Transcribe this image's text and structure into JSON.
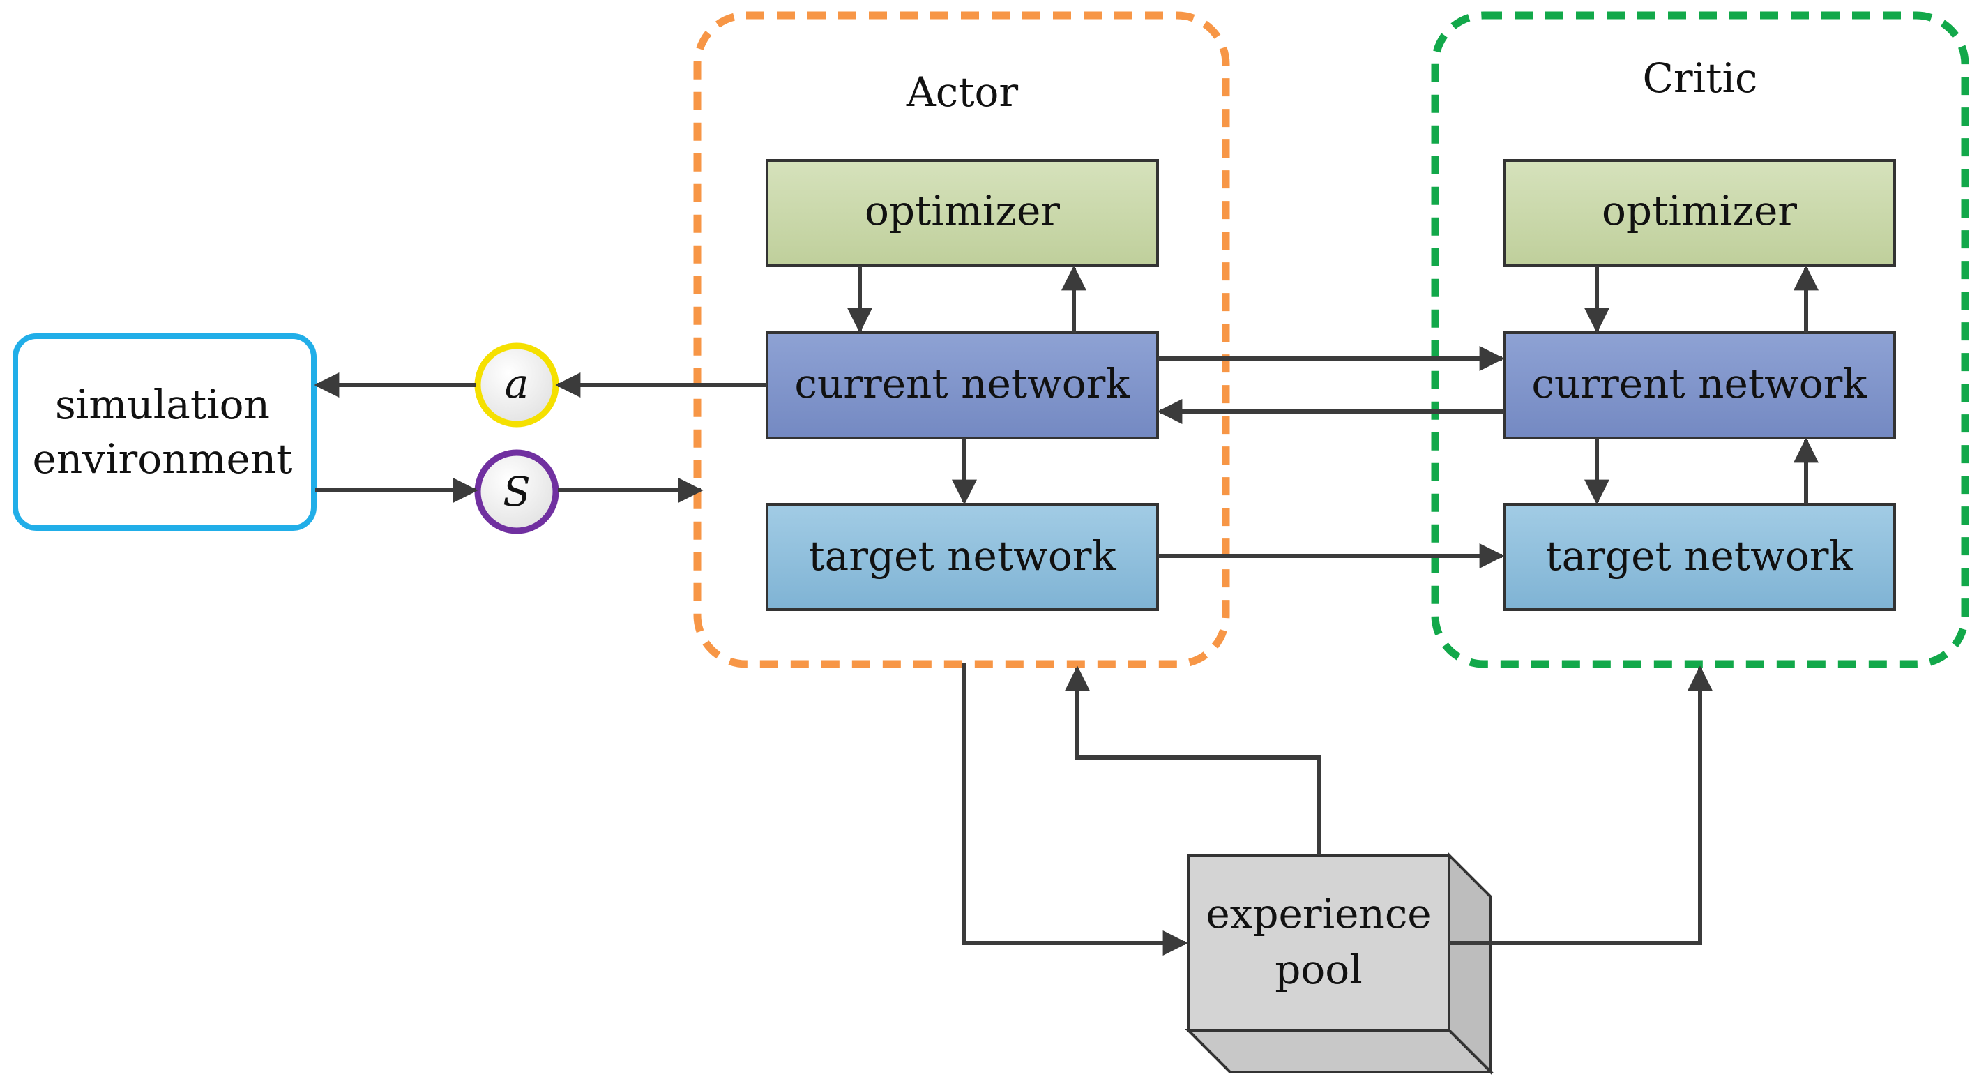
{
  "diagram": {
    "actor": {
      "title": "Actor",
      "optimizer": "optimizer",
      "current": "current network",
      "target": "target network",
      "border_color": "#F79646"
    },
    "critic": {
      "title": "Critic",
      "optimizer": "optimizer",
      "current": "current network",
      "target": "target network",
      "border_color": "#12A84A"
    },
    "environment": {
      "line1": "simulation",
      "line2": "environment",
      "border_color": "#21AEE8"
    },
    "action": {
      "symbol": "a",
      "border_color": "#F5E000"
    },
    "state": {
      "symbol": "S",
      "border_color": "#7030A0"
    },
    "experience_pool": {
      "line1": "experience",
      "line2": "pool"
    },
    "colors": {
      "optimizer_fill": "#C9D8A8",
      "current_fill": "#8095CB",
      "target_fill": "#8FBFDC",
      "pool_fill": "#D4D4D4",
      "arrow": "#3B3B3B"
    }
  }
}
